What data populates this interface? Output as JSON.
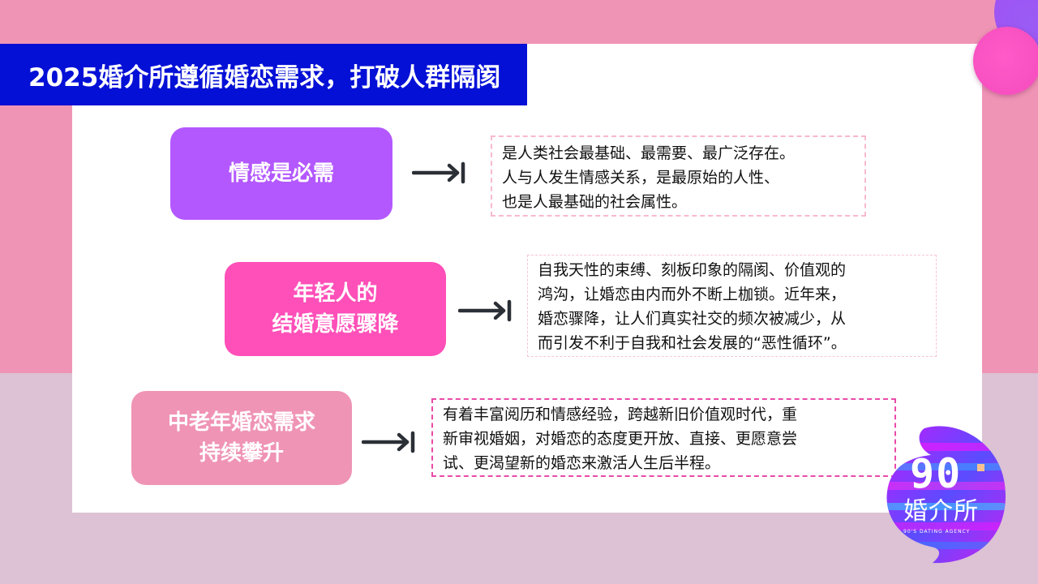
{
  "slide": {
    "title": "2025婚介所遵循婚恋需求，打破人群隔阂",
    "colors": {
      "title_bar": "#0510d6",
      "bg_top": "#ef94b5",
      "bg_bottom": "#dcc2d4",
      "panel": "#ffffff",
      "item1_box": "#b358ff",
      "item2_box": "#ff4fb8",
      "item3_box": "#ef94b5",
      "arrow": "#2b2f36"
    }
  },
  "items": [
    {
      "label_lines": [
        "情感是必需"
      ],
      "description_lines": [
        "是人类社会最基础、最需要、最广泛存在。",
        "人与人发生情感关系，是最原始的人性、",
        "也是人最基础的社会属性。"
      ],
      "arrow_icon": "arrow-right-to-bar-icon"
    },
    {
      "label_lines": [
        "年轻人的",
        "结婚意愿骤降"
      ],
      "description_lines": [
        "自我天性的束缚、刻板印象的隔阂、价值观的",
        "鸿沟，让婚恋由内而外不断上枷锁。近年来，",
        "婚恋骤降，让人们真实社交的频次被减少，从",
        "而引发不利于自我和社会发展的“恶性循环”。"
      ],
      "arrow_icon": "arrow-right-to-bar-icon"
    },
    {
      "label_lines": [
        "中老年婚恋需求",
        "持续攀升"
      ],
      "description_lines": [
        "有着丰富阅历和情感经验，跨越新旧价值观时代，重",
        "新审视婚姻，对婚恋的态度更开放、直接、更愿意尝",
        "试、更渴望新的婚恋来激活人生后半程。"
      ],
      "arrow_icon": "arrow-right-to-bar-icon"
    }
  ],
  "logo": {
    "number": "90",
    "name": "婚介所",
    "tagline": "90'S DATING AGENCY"
  }
}
